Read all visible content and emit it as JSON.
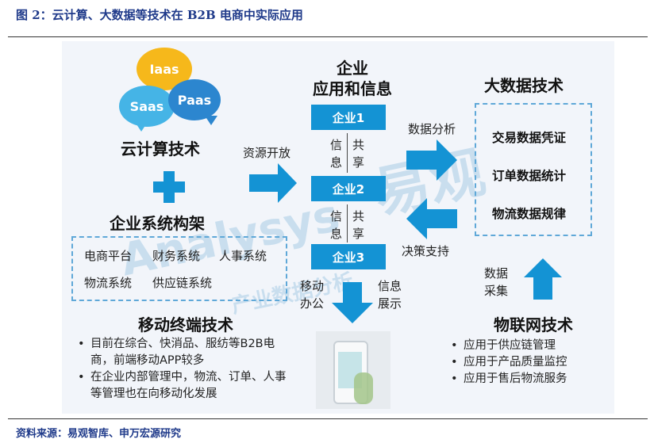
{
  "figure": {
    "title": "图 2：云计算、大数据等技术在 B2B 电商中实际应用",
    "source": "资料来源：易观智库、申万宏源研究"
  },
  "watermark": {
    "latin": "Analysys",
    "cjk": "易观",
    "sub": "产业数据分析"
  },
  "cloud": {
    "bubbles": [
      "Iaas",
      "Saas",
      "Paas"
    ],
    "heading": "云计算技术"
  },
  "erp": {
    "heading": "企业系统构架",
    "row1": [
      "电商平台",
      "财务系统",
      "人事系统"
    ],
    "row2": [
      "物流系统",
      "供应链系统"
    ]
  },
  "center": {
    "heading_line1": "企业",
    "heading_line2": "应用和信息",
    "boxes": [
      "企业1",
      "企业2",
      "企业3"
    ],
    "share_left": [
      "信",
      "息"
    ],
    "share_right": [
      "共",
      "享"
    ]
  },
  "arrows": {
    "resource_open": "资源开放",
    "data_analysis": "数据分析",
    "decision_support": "决策支持",
    "mobile_office": [
      "移动",
      "办公"
    ],
    "info_display": [
      "信息",
      "展示"
    ],
    "data_collect": [
      "数据",
      "采集"
    ]
  },
  "bigdata": {
    "heading": "大数据技术",
    "items": [
      "交易数据凭证",
      "订单数据统计",
      "物流数据规律"
    ]
  },
  "mobile": {
    "heading": "移动终端技术",
    "bullets": [
      "目前在综合、快消品、服纺等B2B电商，前端移动APP较多",
      "在企业内部管理中，物流、订单、人事等管理也在向移动化发展"
    ]
  },
  "iot": {
    "heading": "物联网技术",
    "bullets": [
      "应用于供应链管理",
      "应用于产品质量监控",
      "应用于售后物流服务"
    ]
  },
  "colors": {
    "accent": "#1493d4",
    "iaas": "#f6b81b",
    "saas": "#45b4e6",
    "paas": "#2c86cf"
  }
}
